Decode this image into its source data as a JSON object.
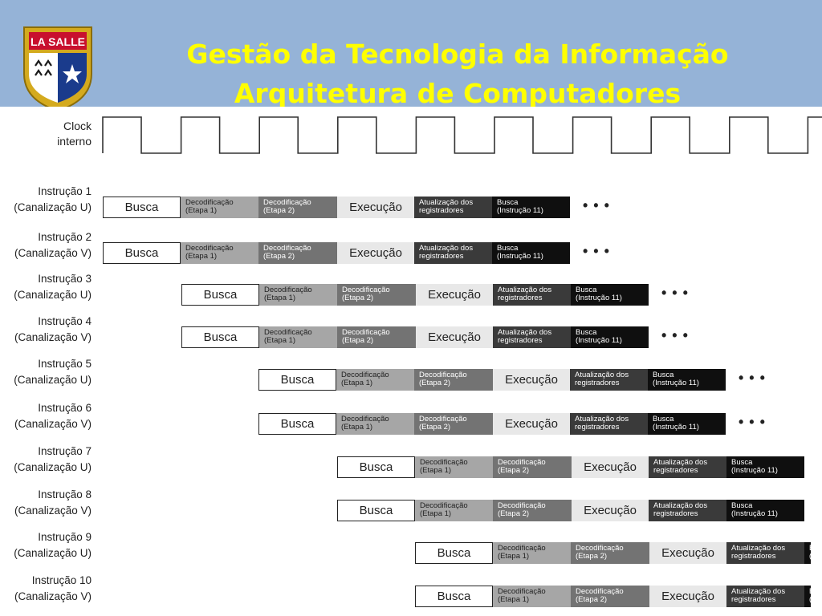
{
  "header": {
    "title_line1": "Gestão da Tecnologia da Informação",
    "title_line2": "Arquitetura de Computadores",
    "logo_text": "LA SALLE",
    "title_color": "#ffff00",
    "background_color": "#95b3d7"
  },
  "diagram": {
    "clock_label_line1": "Clock",
    "clock_label_line2": "interno",
    "stage_labels": {
      "busca": "Busca",
      "dec1_line1": "Decodificação",
      "dec1_line2": "(Etapa 1)",
      "dec2_line1": "Decodificação",
      "dec2_line2": "(Etapa 2)",
      "execucao": "Execução",
      "atual_line1": "Atualização dos",
      "atual_line2": "registradores",
      "instr_line1": "Busca",
      "instr_line2": "(Instrução 11)"
    },
    "continuation": "• • •",
    "rows": [
      {
        "line1": "Instrução 1",
        "line2": "(Canalização U)"
      },
      {
        "line1": "Instrução 2",
        "line2": "(Canalização V)"
      },
      {
        "line1": "Instrução 3",
        "line2": "(Canalização U)"
      },
      {
        "line1": "Instrução 4",
        "line2": "(Canalização V)"
      },
      {
        "line1": "Instrução 5",
        "line2": "(Canalização U)"
      },
      {
        "line1": "Instrução 6",
        "line2": "(Canalização V)"
      },
      {
        "line1": "Instrução 7",
        "line2": "(Canalização U)"
      },
      {
        "line1": "Instrução 8",
        "line2": "(Canalização V)"
      },
      {
        "line1": "Instrução 9",
        "line2": "(Canalização U)"
      },
      {
        "line1": "Instrução 10",
        "line2": "(Canalização V)"
      }
    ]
  }
}
